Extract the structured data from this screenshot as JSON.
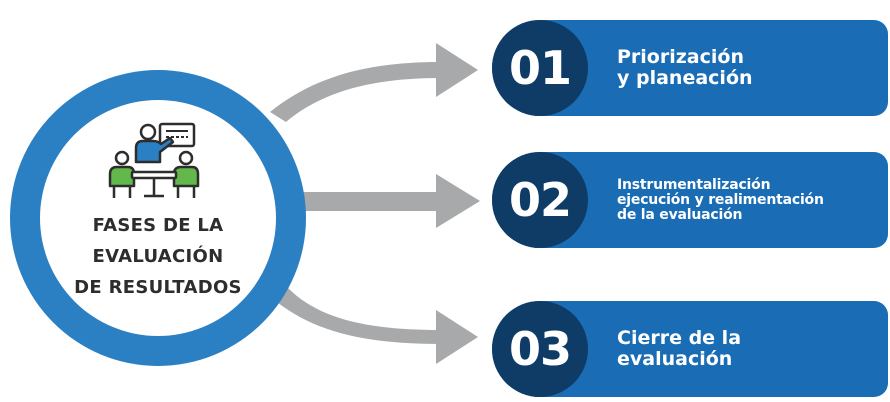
{
  "hub": {
    "icon": "meeting-presentation-icon",
    "title": "FASES DE LA\nEVALUACIÓN\nDE RESULTADOS"
  },
  "phases": [
    {
      "number": "01",
      "label": "Priorización\ny planeación"
    },
    {
      "number": "02",
      "label": "Instrumentalización\nejecución y realimentación\nde la evaluación"
    },
    {
      "number": "03",
      "label": "Cierre de la\nevaluación"
    }
  ],
  "colors": {
    "ring": "#2b7fc3",
    "pill": "#1a6db5",
    "number_circle": "#0e3c67",
    "arrow": "#a7a9aa",
    "person_green": "#62b84a",
    "person_blue": "#2b7fc3"
  }
}
